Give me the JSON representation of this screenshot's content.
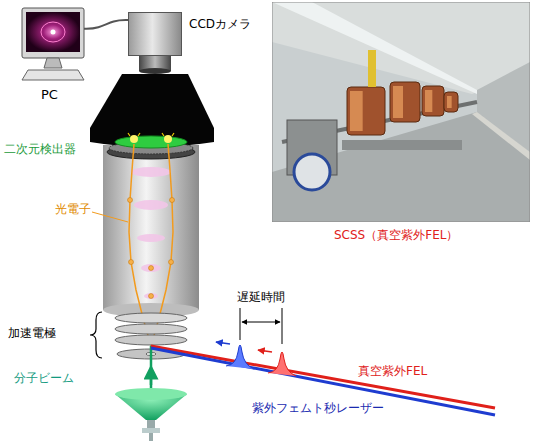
{
  "diagram": {
    "nodes": [
      {
        "text": [
          "PC"
        ]
      },
      {
        "text": [
          "CCDカメラ"
        ]
      },
      {
        "text": [
          "SCSS（真空紫外FEL）"
        ]
      }
    ],
    "edges": [
      {
        "from": 1,
        "to": 0,
        "arrow": "none"
      }
    ],
    "labels": [
      "二次元検出器",
      "光電子",
      "遅延時間",
      "加速電極",
      "分子ビーム",
      "真空紫外FEL",
      "紫外フェムト秒レーザー"
    ]
  }
}
